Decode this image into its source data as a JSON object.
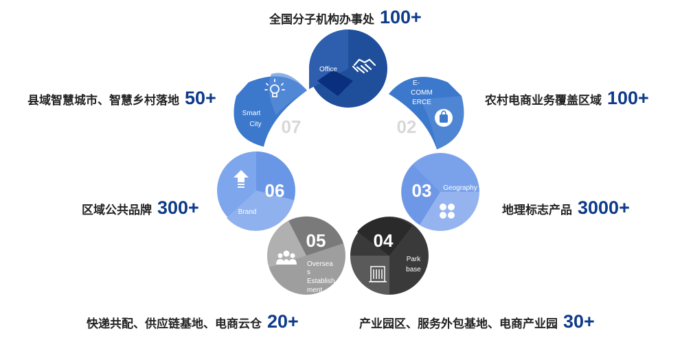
{
  "colors": {
    "dark_blue": "#1f4e9a",
    "navy": "#0a2f7d",
    "mid_blue": "#3c78cc",
    "light_blue": "#7da6ec",
    "pale_blue": "#95b4ef",
    "gray_light": "#9e9e9e",
    "gray_mid": "#7a7a7a",
    "gray_dark": "#3a3a3a",
    "gray_darker": "#2a2a2a",
    "ghost_number": "#d8d8d8",
    "value_color": "#0d3a8a"
  },
  "hub": {
    "office": {
      "label": "Office",
      "icon": "handshake-icon"
    },
    "ecommerce": {
      "label_lines": [
        "E-",
        "COMM",
        "ERCE"
      ],
      "number": "02",
      "icon": "shopping-bag-icon"
    },
    "geography": {
      "label": "Geography",
      "number": "03",
      "icon": "clover-icon"
    },
    "park": {
      "label_lines": [
        "Park",
        "base"
      ],
      "number": "04",
      "icon": "building-icon"
    },
    "overseas": {
      "label_lines": [
        "Oversea",
        "s",
        "Establish",
        "ment"
      ],
      "number": "05",
      "icon": "group-icon"
    },
    "brand": {
      "label": "Brand",
      "number": "06",
      "icon": "upload-arrow-icon"
    },
    "smartcity": {
      "label_lines": [
        "Smart",
        "City"
      ],
      "number": "07",
      "icon": "lightbulb-icon"
    }
  },
  "stats": {
    "top": {
      "label": "全国分子机构办事处",
      "value": "100+"
    },
    "right1": {
      "label": "农村电商业务覆盖区域",
      "value": "100+"
    },
    "right2": {
      "label": "地理标志产品",
      "value": "3000+"
    },
    "bottom_right": {
      "label": "产业园区、服务外包基地、电商产业园",
      "value": "30+"
    },
    "bottom_left": {
      "label": "快递共配、供应链基地、电商云仓",
      "value": "20+"
    },
    "left2": {
      "label": "区域公共品牌",
      "value": "300+"
    },
    "left1": {
      "label": "县域智慧城市、智慧乡村落地",
      "value": "50+"
    }
  }
}
